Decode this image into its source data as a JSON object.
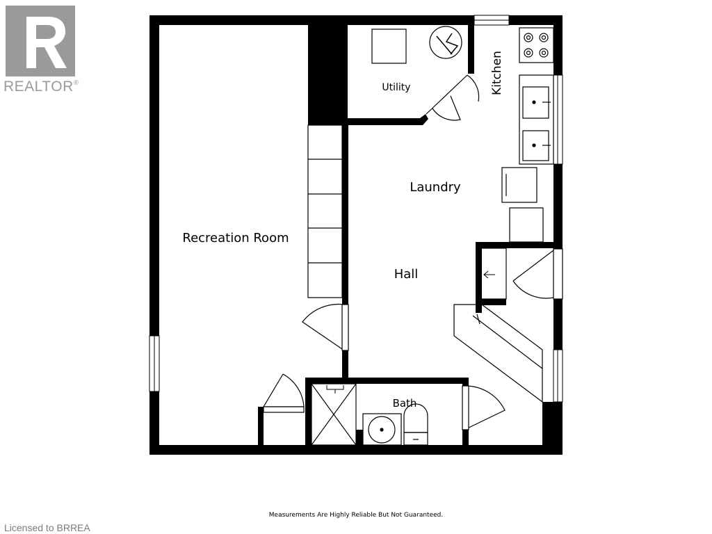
{
  "brand": {
    "name": "REALTOR",
    "mark": "®",
    "logo_icon": "realtor-r-logo-icon",
    "color": "#9a9a9a"
  },
  "rooms": {
    "recreation": "Recreation Room",
    "utility": "Utility",
    "kitchen": "Kitchen",
    "laundry": "Laundry",
    "hall": "Hall",
    "bath": "Bath"
  },
  "footer": {
    "disclaimer": "Measurements Are Highly Reliable But Not Guaranteed.",
    "license": "Licensed to BRREA"
  },
  "colors": {
    "wall": "#000000",
    "background": "#ffffff"
  }
}
